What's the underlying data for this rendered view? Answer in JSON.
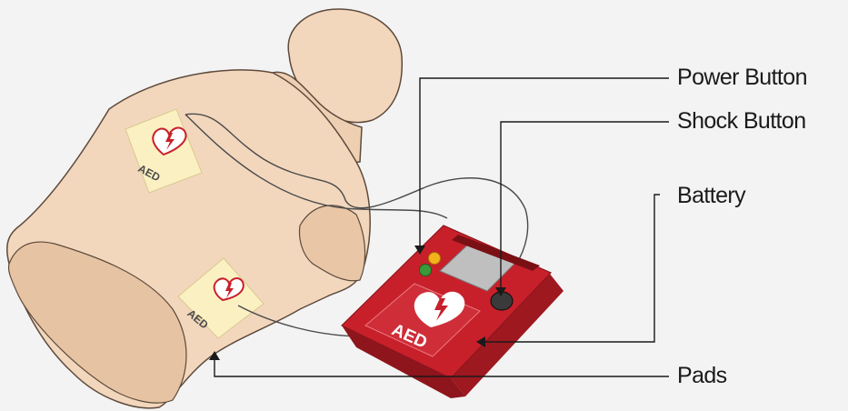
{
  "labels": {
    "power_button": "Power Button",
    "shock_button": "Shock Button",
    "battery": "Battery",
    "pads": "Pads"
  },
  "aed_text": {
    "upper_pad": "AED",
    "lower_pad": "AED",
    "device": "AED"
  },
  "colors": {
    "background": "#f3f3f3",
    "manikin_skin": "#f2d7bd",
    "pad": "#fbf0c2",
    "device_red": "#c8202b",
    "leader_line": "#1a1a1a"
  }
}
